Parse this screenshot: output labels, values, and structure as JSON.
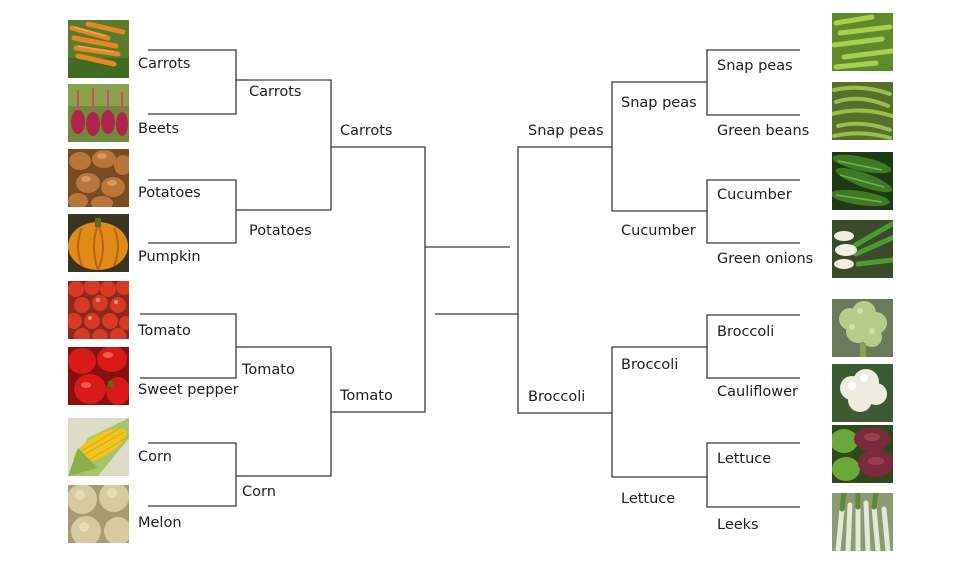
{
  "left_round1": [
    "Carrots",
    "Beets",
    "Potatoes",
    "Pumpkin",
    "Tomato",
    "Sweet pepper",
    "Corn",
    "Melon"
  ],
  "left_round2": [
    "Carrots",
    "Potatoes",
    "Tomato",
    "Corn"
  ],
  "left_round3": [
    "Carrots",
    "Tomato"
  ],
  "right_round1": [
    "Snap peas",
    "Green beans",
    "Cucumber",
    "Green onions",
    "Broccoli",
    "Cauliflower",
    "Lettuce",
    "Leeks"
  ],
  "right_round2": [
    "Snap peas",
    "Cucumber",
    "Broccoli",
    "Lettuce"
  ],
  "right_round3": [
    "Snap peas",
    "Broccoli"
  ],
  "photos_left": [
    "carrots-photo",
    "beets-photo",
    "potatoes-photo",
    "pumpkin-photo",
    "tomato-photo",
    "sweet-pepper-photo",
    "corn-photo",
    "melon-photo"
  ],
  "photos_right": [
    "snap-peas-photo",
    "green-beans-photo",
    "cucumber-photo",
    "green-onions-photo",
    "broccoli-photo",
    "cauliflower-photo",
    "lettuce-photo",
    "leeks-photo"
  ],
  "colors": {
    "line": "#3a3a3a",
    "text": "#1e1e1e",
    "background": "#ffffff"
  }
}
